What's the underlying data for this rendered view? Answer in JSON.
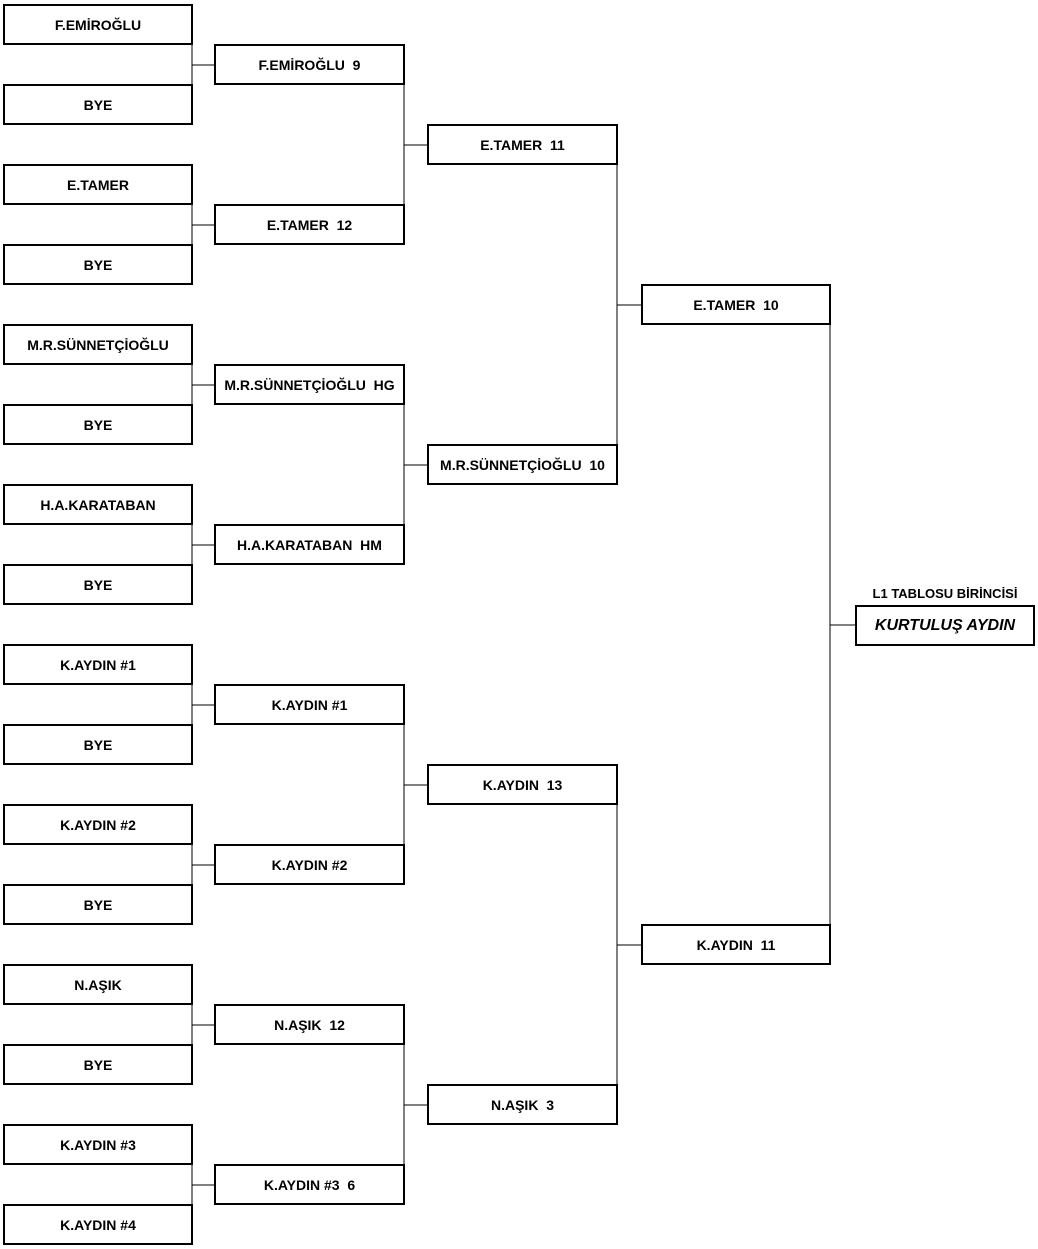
{
  "round1": [
    "F.EMİROĞLU",
    "BYE",
    "E.TAMER",
    "BYE",
    "M.R.SÜNNETÇİOĞLU",
    "BYE",
    "H.A.KARATABAN",
    "BYE",
    "K.AYDIN #1",
    "BYE",
    "K.AYDIN #2",
    "BYE",
    "N.AŞIK",
    "BYE",
    "K.AYDIN #3",
    "K.AYDIN #4"
  ],
  "round2": [
    "F.EMİROĞLU  9",
    "E.TAMER  12",
    "M.R.SÜNNETÇİOĞLU  HG",
    "H.A.KARATABAN  HM",
    "K.AYDIN #1",
    "K.AYDIN #2",
    "N.AŞIK  12",
    "K.AYDIN #3  6"
  ],
  "round3": [
    "E.TAMER  11",
    "M.R.SÜNNETÇİOĞLU  10",
    "K.AYDIN  13",
    "N.AŞIK  3"
  ],
  "round4": [
    "E.TAMER  10",
    "K.AYDIN  11"
  ],
  "champion": {
    "title": "L1 TABLOSU BİRİNCİSİ",
    "name": "KURTULUŞ AYDIN"
  }
}
